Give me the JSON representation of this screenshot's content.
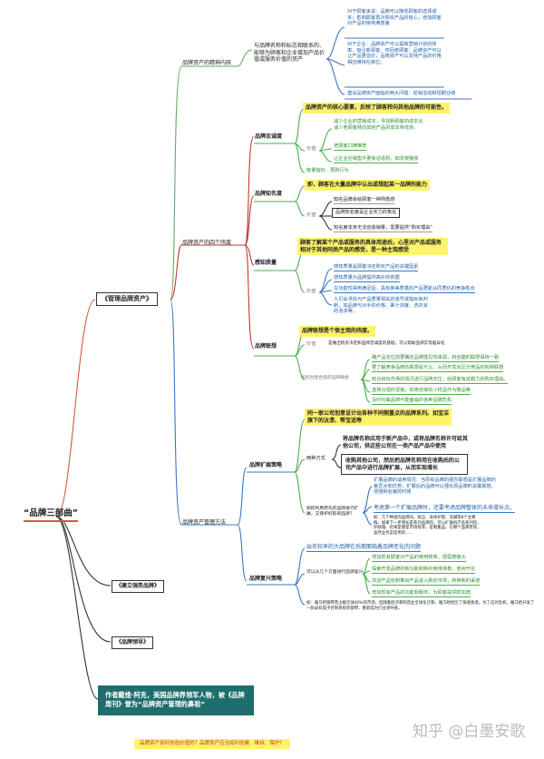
{
  "root": "“品牌三部曲”",
  "book1": {
    "label": "《管理品牌资产》",
    "b1": {
      "label": "品牌资产的精神内核",
      "desc": "与品牌名称和标志相联系的、能够为顾客和企业增加产品价值或服务价值的资产",
      "customer": "对于顾客来说：品牌可以降低顾客的选择成本；影响顾客再次购买产品的信心；增加顾客对产品的使用满意度",
      "enterprise": "对于企业：品牌资产可以提高营销计划的效率、吸引新顾客、夺回老顾客；品牌资产可以让产品更溢价；品牌资产可以支持产品的价格相应维持在高位。",
      "issue": "建设品牌资产面临的两大问题：促销活动和短期业绩"
    },
    "b2": {
      "label": "品牌资产的四个纬度",
      "loyalty": {
        "label": "品牌忠诚度",
        "core": "品牌资产的核心要素，反映了顾客转向其他品牌的可能性。",
        "value_label": "价值",
        "v1": "减少企业的营销成本，寻找新顾客的成本比减少老顾客转向其他产品的成本将增多。",
        "v2": "老顾客口碑推荐",
        "v3": "让企业在销售中更有话语权，如货架摆放",
        "measure": "衡量指标：再购行为"
      },
      "awareness": {
        "label": "品牌知名度",
        "core": "即，顾客在大量品牌中认出或想起某一品牌的能力",
        "value_label": "价值",
        "v1": "知名品牌会给顾客一种熟悉感",
        "v2": "品牌知名度是企业实力的象征",
        "v3": "知名度本身无法创造销量，需要提供“购买理由”"
      },
      "quality": {
        "label": "感知质量",
        "core": "顾客了解某个产品或服务的具体用途后，心里对产品或服务相对于其他同类产品的感受，是一种主观感受",
        "value_label": "价值",
        "v1": "感知质量是顾客决定购买产品的关键因素",
        "v2": "感知质量为品牌提供高价的依据",
        "v3": "在功能性得到满足后，具有审美质量的产品更能从同质化的竞争胜出",
        "v4": "人们会寻找与产品质量相关的信号或指标来判断，如品牌与对手的价格、秉汁浓度、洗衣液的泡沫等。"
      },
      "association": {
        "label": "品牌联想",
        "core": "品牌联想是个很主观的纬度。",
        "value_label": "价值",
        "value_text": "是做出购买决定和品牌忠诚度的基础，可以帮助品牌实现差异化",
        "create_label": "如何创建合适的品牌联想",
        "c1": "确产品定位前要确定品牌能见较来源，和创建的联想保持一致",
        "c2": "要了解竞争品牌的联想是什么，从而开发出区分竞品的独特联想",
        "c3": "结合目标市场的情况进行品牌定位，给顾客有说服力的购买理由。",
        "c4": "选择合理价促销，如将自家的小样品作为赠品等",
        "c5": "及时化解品牌可能面临的各种品牌危机"
      }
    },
    "b3": {
      "label": "品牌资产管理方法",
      "ext": {
        "label": "品牌扩展策略",
        "core": "同一家公司划意设计出各种不同侧重点的品牌系列。如宝洁旗下的汰渍、帮宝适等",
        "way_label": "两种方式",
        "w1": "将品牌名称应用于新产品中，或将品牌名称许可给其他公司，供这些公司在一类产品产品中使用",
        "w2": "收购其他公司，然后把品牌名称用在收购后的公司产品中进行品牌扩展，从而实现增长",
        "how_label": "如何利用原先的品牌进行扩展，又保护好影响品牌？",
        "h1": "扩展品牌的适用情况：当原有品牌的强烈联想是扩展品牌的差异点和优势，扩展后的品牌可以强化原品牌的关键联想、增强制名度的时候",
        "h2": "考虑第一个扩展品牌时，还要考虑品牌整体的未来增长点。",
        "h3": "如：几个种类的品牌间，拟旦、身体护理、洗脚等8个主要群，如果下一步增长是系列品牌的，可以扩展机产品系列的，护肤霜、结果是便是市场等等，是看集品、在哪个品牌等等，虽然业务是适用的……"
      },
      "revive": {
        "label": "品牌复兴策略",
        "core": "出名较早的大品牌在后期面临着品牌老化的问题",
        "way_label": "可以从几个方面进行品牌复兴",
        "r1": "增加现有顾客对产品的使用频率，把蛋糕做大",
        "r2": "探索开发品牌的新功能和新的使用场景，老树开花",
        "r3": "改进产品包和推出产品进入新的市场，转换新的渠道",
        "r4": "增加现有产品的功能和服务，为顾客提供附加值",
        "note": "如：雅马哈钢琴曾占据全球40%的市场，但随着经济和制造业全球化迁移，雅马哈经历了快速衰退。为了应对危机，雅马哈开发了一款录有电子控制系统的钢琴，重新成为行业领导者。"
      }
    }
  },
  "book2": "《建立强势品牌》",
  "book3": "《品牌领导》",
  "author": "作者戴维·阿克，美国品牌界领军人物，被《品牌周刊》誉为“品牌资产管理的鼻祖”",
  "footer": "品牌资产如何创造价值的？品牌资产应当如何创建、维持、保护？",
  "watermark": "知乎 @白墨安歌"
}
